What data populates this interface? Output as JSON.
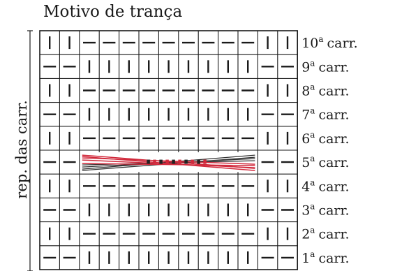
{
  "title": "Motivo de trança",
  "side_label": "rep. das carr.",
  "ordinal_sup": "a",
  "row_word": "carr.",
  "colors": {
    "ink": "#1a1a1a",
    "cross_red": "#d12a3c",
    "cross_dark": "#333333"
  },
  "symbols": {
    "V": "knit stitch (vertical bar)",
    "H": "purl stitch (horizontal bar)"
  },
  "rows": [
    {
      "num": "10",
      "pattern": "VVHHHHHHHHHVV"
    },
    {
      "num": "9",
      "pattern": "HHVVVVVVVVVHH"
    },
    {
      "num": "8",
      "pattern": "VVHHHHHHHHHVV"
    },
    {
      "num": "7",
      "pattern": "HHVVVVVVVVVHH"
    },
    {
      "num": "6",
      "pattern": "VVHHHHHHHHHVV"
    },
    {
      "num": "5",
      "pattern": "HHXXXXXXXXXHH",
      "cable": true
    },
    {
      "num": "4",
      "pattern": "VVHHHHHHHHHVV"
    },
    {
      "num": "3",
      "pattern": "HHVVVVVVVVVHH"
    },
    {
      "num": "2",
      "pattern": "VVHHHHHHHHHVV"
    },
    {
      "num": "1",
      "pattern": "HHVVVVVVVVVHH"
    }
  ]
}
